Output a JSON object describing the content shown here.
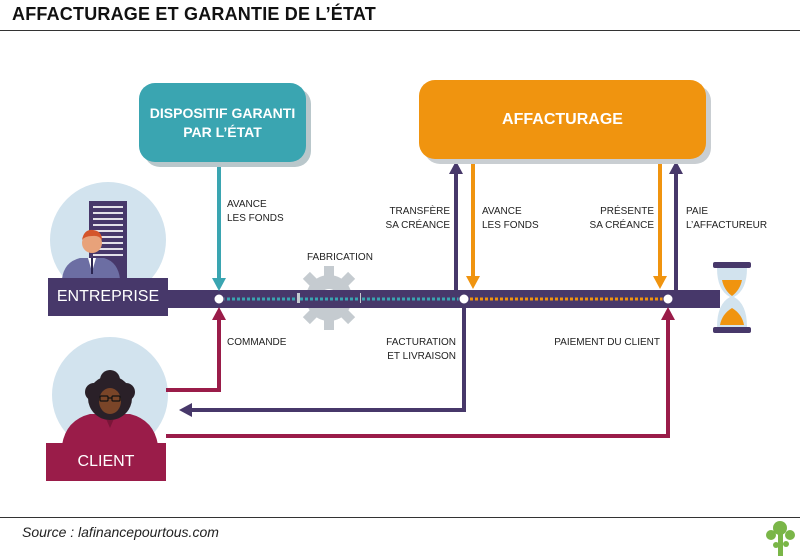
{
  "header": {
    "title": "AFFACTURAGE ET GARANTIE DE L’ÉTAT"
  },
  "boxes": {
    "state_guarantee": "DISPOSITIF GARANTI\nPAR L’ÉTAT",
    "factoring": "AFFACTURAGE"
  },
  "actors": {
    "company": "ENTREPRISE",
    "client": "CLIENT"
  },
  "labels": {
    "advance_funds_state": "AVANCE\nLES FONDS",
    "manufacturing": "FABRICATION",
    "order": "COMMANDE",
    "transfer_receivable": "TRANSFÈRE\nSA CRÉANCE",
    "advance_funds_factor": "AVANCE\nLES FONDS",
    "present_receivable": "PRÉSENTE\nSA CRÉANCE",
    "pay_factor": "PAIE\nL’AFFACTUREUR",
    "invoicing_delivery": "FACTURATION\nET LIVRAISON",
    "client_payment": "PAIEMENT DU CLIENT"
  },
  "colors": {
    "teal": "#3aa5b1",
    "orange": "#f0940f",
    "purple": "#47386a",
    "crimson": "#9a1c49",
    "gear": "#c5cbd0",
    "light_blue": "#d2e3ee"
  },
  "icons": [
    "gear-icon",
    "hourglass-icon",
    "businessman-icon",
    "woman-icon",
    "tree-logo-icon"
  ],
  "footer": {
    "source": "Source : lafinancepourtous.com"
  }
}
